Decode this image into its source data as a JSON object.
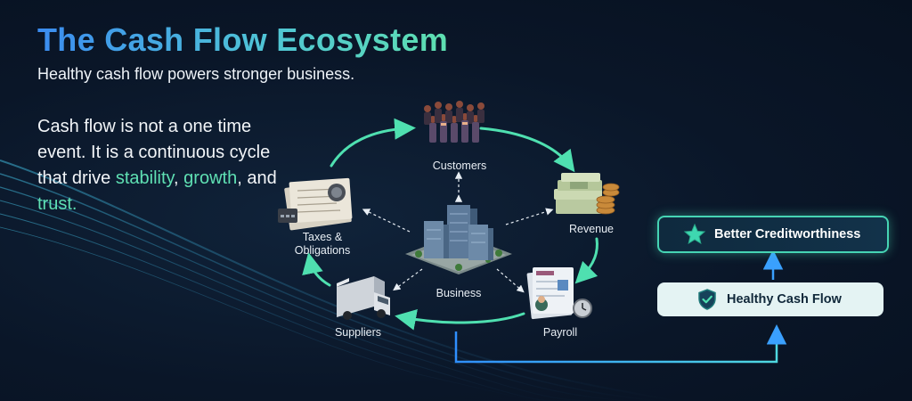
{
  "header": {
    "title": "The Cash Flow Ecosystem",
    "subtitle": "Healthy cash flow powers stronger business."
  },
  "intro": {
    "text_1": "Cash flow is not a one time event. It is a continuous cycle that drive ",
    "highlight_1": "stability",
    "text_2": ", ",
    "highlight_2": "growth",
    "text_3": ", and ",
    "highlight_3": "trust."
  },
  "diagram": {
    "nodes": {
      "customers": "Customers",
      "revenue": "Revenue",
      "payroll": "Payroll",
      "suppliers": "Suppliers",
      "taxes": "Taxes &\nObligations",
      "business": "Business"
    }
  },
  "outcomes": {
    "creditworthiness": "Better Creditworthiness",
    "healthy_cash_flow": "Healthy Cash Flow"
  },
  "colors": {
    "accent_green": "#5fe0b3",
    "accent_blue": "#3b8cf0",
    "cycle_arrow": "#4fe0b0",
    "connector_blue": "#2f8fff",
    "background": "#0a1628"
  },
  "icons": {
    "credit": "star-icon",
    "health": "shield-check-icon"
  }
}
